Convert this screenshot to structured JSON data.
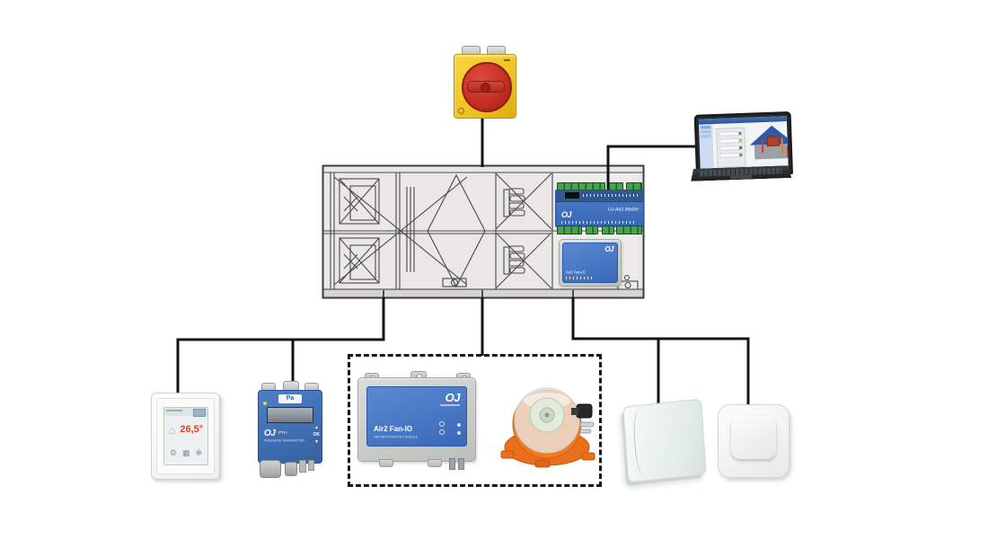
{
  "colors": {
    "line": "#141414",
    "module_blue": "#3f6fc0",
    "terminal_green": "#3e9a45",
    "switch_yellow": "#f0c424",
    "switch_red": "#c62f26",
    "pressure_switch_orange": "#ee7420",
    "temperature_red": "#e2402a"
  },
  "devices": {
    "master": {
      "logo": "OJ",
      "label": "OJ-Air2 Master"
    },
    "internal_io": {
      "logo": "OJ",
      "label": "Air2 Fan-IO"
    },
    "fan_io": {
      "logo": "OJ",
      "title": "Air2 Fan-IO",
      "subtitle": "FAN INPUT/OUTPUT MODULE"
    },
    "pth": {
      "unit": "Pa",
      "logo": "OJ",
      "model": "PTH",
      "subtitle": "PRESSURE TRANSMITTER",
      "ok": "OK",
      "up": "▲",
      "down": "▼"
    },
    "room_controller": {
      "temperature": "26,5°",
      "icons": {
        "house": "⌂",
        "gear": "⚙",
        "menu": "▦",
        "fan": "✻"
      }
    }
  }
}
